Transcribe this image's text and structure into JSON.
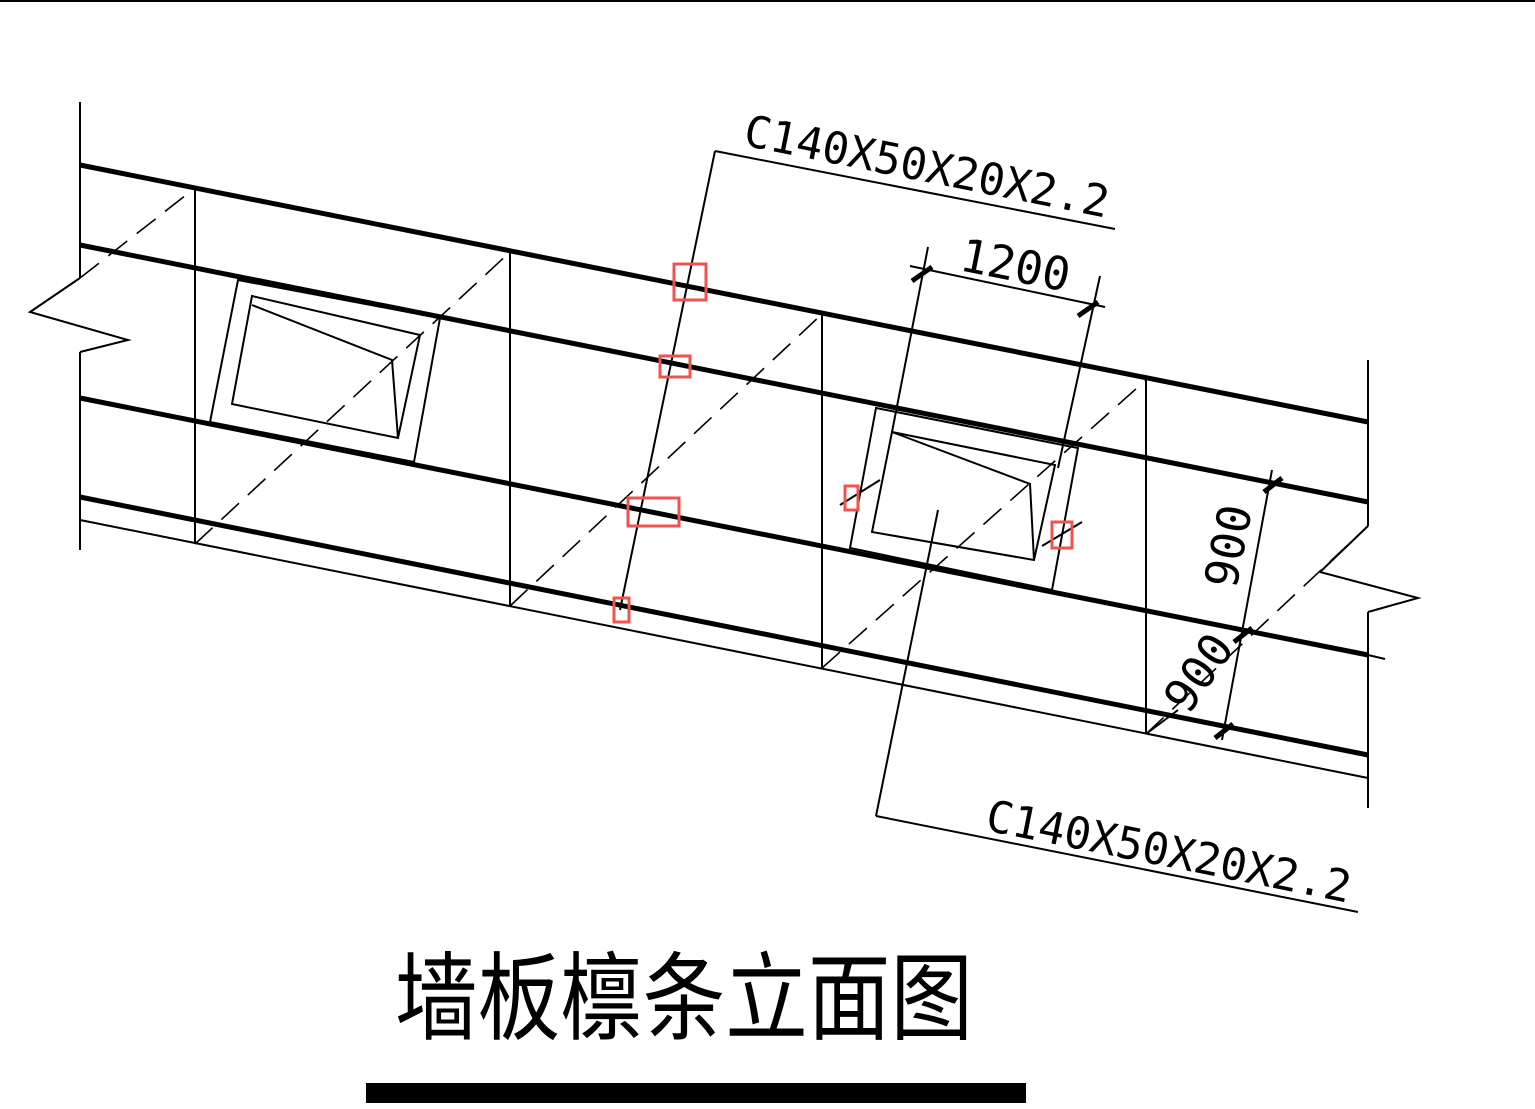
{
  "labels": {
    "purlin_top": "C140X50X20X2.2",
    "purlin_bottom": "C140X50X20X2.2",
    "dim_width": "1200",
    "dim_spacing_upper": "900",
    "dim_spacing_lower": "900"
  },
  "title": "墙板檩条立面图",
  "colors": {
    "line": "#000000",
    "highlight": "#ef5350",
    "background": "#ffffff"
  }
}
